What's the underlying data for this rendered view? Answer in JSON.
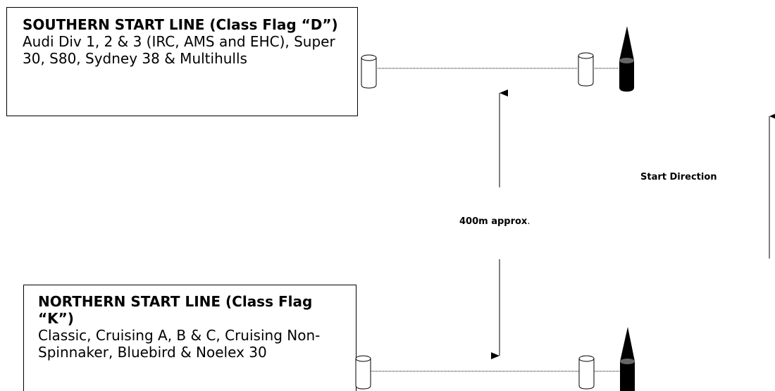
{
  "southern": {
    "title": "SOUTHERN START LINE (Class Flag “D”)",
    "body": "Audi Div 1, 2 & 3 (IRC, AMS and EHC), Super 30, S80, Sydney 38 & Multihulls"
  },
  "northern": {
    "title": "NORTHERN START LINE (Class Flag “K”)",
    "body": "Classic, Cruising A, B & C, Cruising Non-Spinnaker, Bluebird & Noelex 30"
  },
  "labels": {
    "distance": "400m approx",
    "distance_suffix": ".",
    "direction": "Start Direction"
  }
}
